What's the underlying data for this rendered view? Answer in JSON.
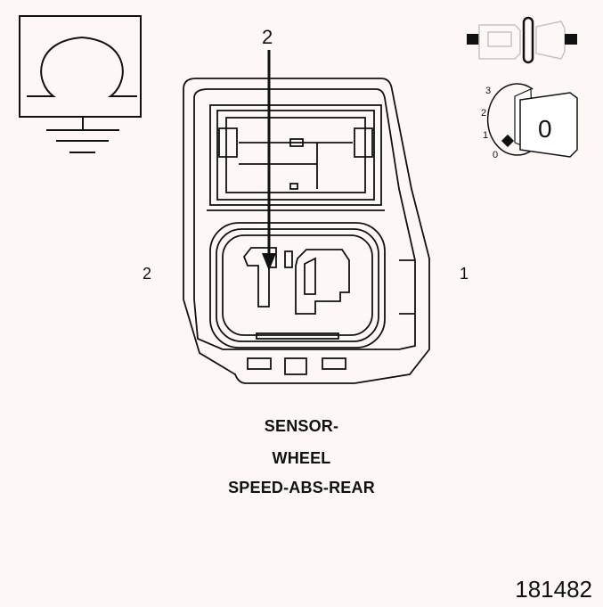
{
  "pin_labels": {
    "top_arrow": "2",
    "left": "2",
    "right": "1"
  },
  "position_scale": [
    "3",
    "2",
    "1",
    "0"
  ],
  "key_marker": "0",
  "caption_lines": [
    "SENSOR-",
    "WHEEL",
    "SPEED-ABS-REAR"
  ],
  "reference_number": "181482",
  "icons": {
    "ground": "ground-omega-icon",
    "connector_end": "connector-end-view-icon",
    "key_switch": "key-position-icon"
  },
  "colors": {
    "line": "#111111",
    "background": "#fdf8f6",
    "faint": "#bbbbbb"
  }
}
